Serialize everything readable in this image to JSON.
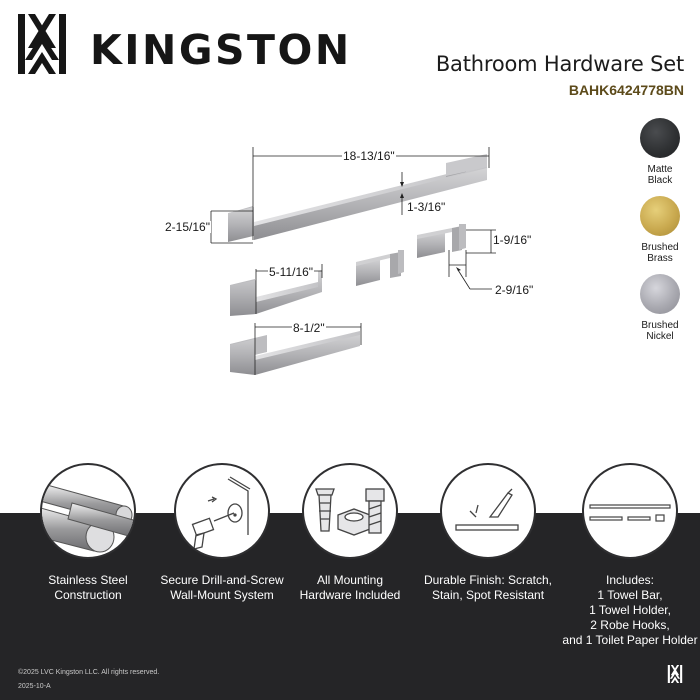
{
  "header": {
    "brand": "KINGSTON",
    "title": "Bathroom Hardware Set",
    "sku": "BAHK6424778BN",
    "logo_icon": "kingston-monogram-icon"
  },
  "finishes": [
    {
      "label_line1": "Matte",
      "label_line2": "Black",
      "color": "#2f3133"
    },
    {
      "label_line1": "Brushed",
      "label_line2": "Brass",
      "color": "#c9a94f"
    },
    {
      "label_line1": "Brushed",
      "label_line2": "Nickel",
      "color": "#a9a9b0"
    }
  ],
  "diagram": {
    "towel_bar_length": "18-13/16\"",
    "towel_bar_depth": "1-3/16\"",
    "towel_bar_projection": "2-15/16\"",
    "robe_hook_height": "1-9/16\"",
    "robe_hook_projection": "2-9/16\"",
    "toilet_paper_holder_width": "5-11/16\"",
    "towel_holder_width": "8-1/2\""
  },
  "features": [
    {
      "icon": "steel-rods-icon",
      "line1": "Stainless Steel",
      "line2": "Construction"
    },
    {
      "icon": "drill-screw-icon",
      "line1": "Secure Drill-and-Screw",
      "line2": "Wall-Mount System"
    },
    {
      "icon": "mounting-hardware-icon",
      "line1": "All Mounting",
      "line2": "Hardware Included"
    },
    {
      "icon": "scratch-resistant-icon",
      "line1": "Durable Finish: Scratch,",
      "line2": "Stain, Spot Resistant"
    },
    {
      "icon": "set-contents-icon",
      "line1": "Includes:",
      "line2": "1 Towel Bar,",
      "line3": "1 Towel Holder,",
      "line4": "2 Robe Hooks,",
      "line5": "and 1 Toilet Paper Holder"
    }
  ],
  "footer": {
    "copyright": "©2025 LVC Kingston LLC. All rights reserved.",
    "version": "2025-10-A"
  }
}
